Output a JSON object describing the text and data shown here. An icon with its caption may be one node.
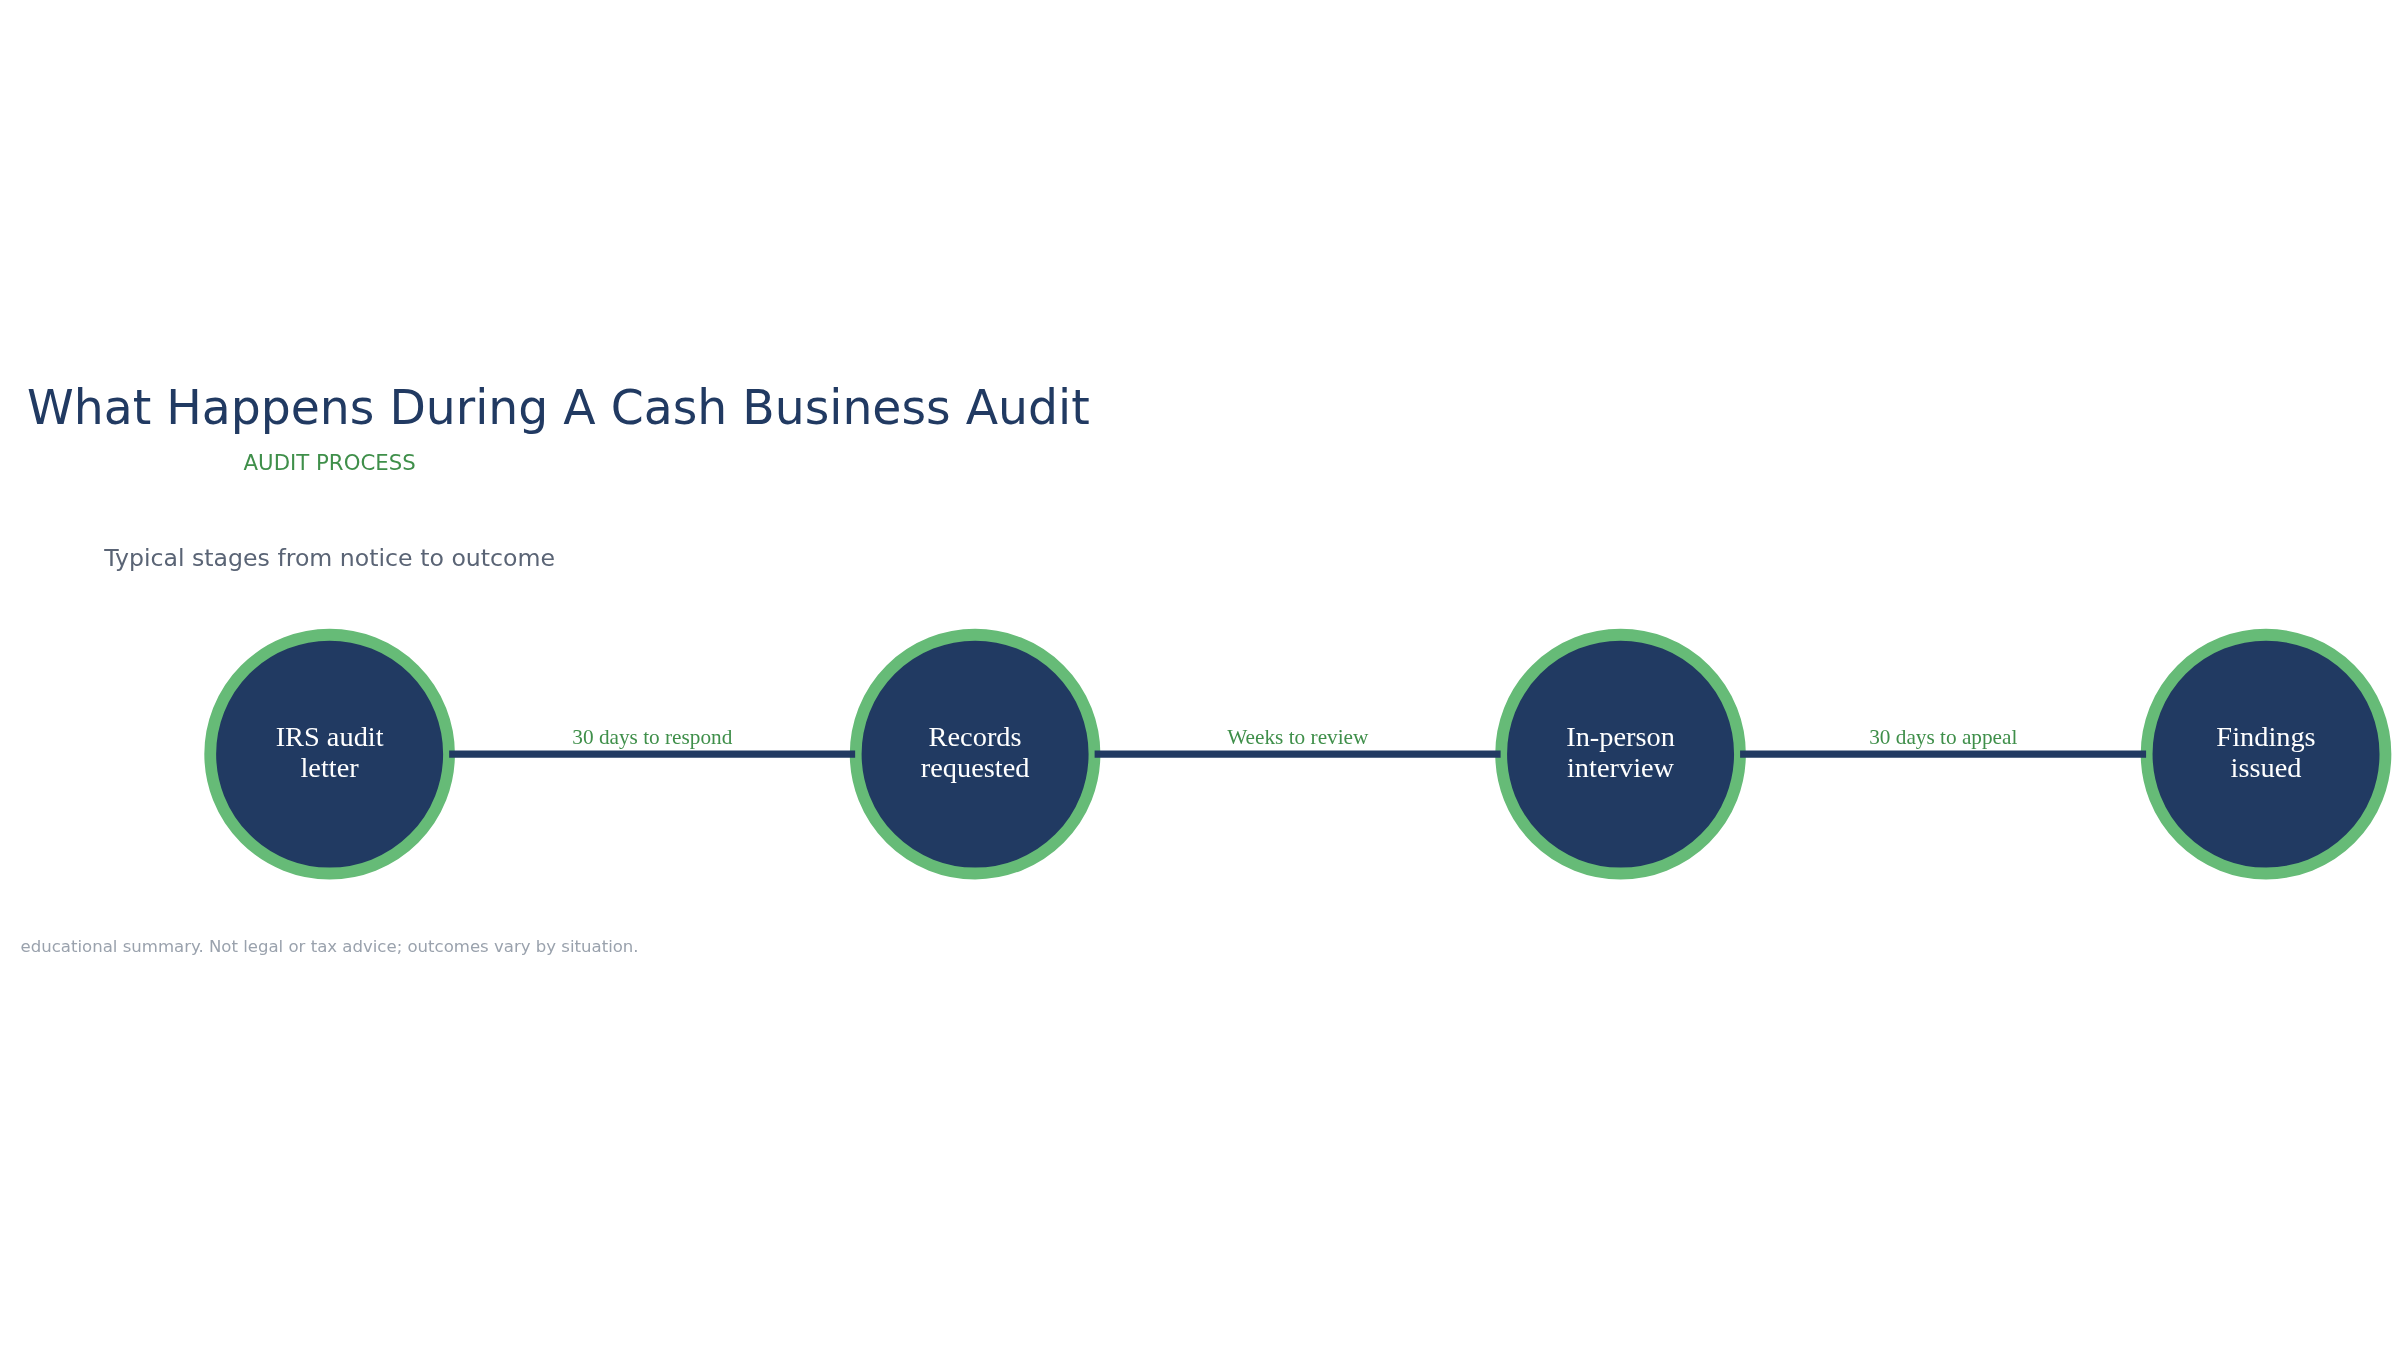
{
  "diagram": {
    "title": "What Happens During A Cash Business Audit",
    "nodes": [
      {
        "text": [
          "IRS audit letter"
        ]
      },
      {
        "text": [
          "Records requested"
        ]
      },
      {
        "text": [
          "In-person interview"
        ]
      },
      {
        "text": [
          "Findings issued"
        ]
      }
    ],
    "edges": [
      {
        "from": 0,
        "to": 1,
        "arrow": "none",
        "label": "30 days to respond"
      },
      {
        "from": 1,
        "to": 2,
        "arrow": "none",
        "label": "Weeks to review"
      },
      {
        "from": 2,
        "to": 3,
        "arrow": "none",
        "label": "30 days to appeal"
      }
    ],
    "labels": [
      "AUDIT PROCESS",
      "Typical stages from notice to outcome",
      "educational summary. Not legal or tax advice; outcomes vary by situation."
    ]
  }
}
